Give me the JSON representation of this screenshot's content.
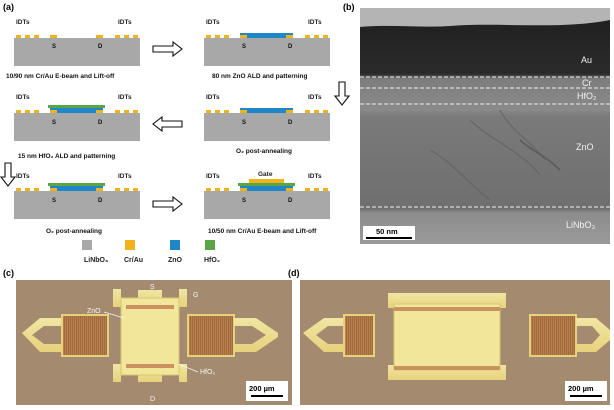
{
  "panels": {
    "a": "(a)",
    "b": "(b)",
    "c": "(c)",
    "d": "(d)"
  },
  "process": {
    "idt_label": "IDTs",
    "source_label": "S",
    "drain_label": "D",
    "gate_label": "Gate",
    "steps": [
      "10/90 nm Cr/Au E-beam and Lift-off",
      "80 nm ZnO ALD and patterning",
      "O₂ post-annealing",
      "15 nm HfO₂ ALD and patterning",
      "O₂ post-annealing",
      "10/50 nm Cr/Au E-beam and Lift-off"
    ],
    "legend": [
      {
        "label": "LiNbO₃",
        "color": "#a8a8a8"
      },
      {
        "label": "Cr/Au",
        "color": "#f2b21b"
      },
      {
        "label": "ZnO",
        "color": "#1f86c8"
      },
      {
        "label": "HfO₂",
        "color": "#5aa546"
      }
    ]
  },
  "tem": {
    "layers": [
      "Au",
      "Cr",
      "HfO₂",
      "ZnO",
      "LiNbO₃"
    ],
    "scale_bar": "50 nm"
  },
  "micrograph_c": {
    "labels": {
      "s": "S",
      "g": "G",
      "d": "D",
      "zno": "ZnO",
      "hfo2": "HfO₂"
    },
    "scale_bar": "200 µm"
  },
  "micrograph_d": {
    "scale_bar": "200 µm"
  }
}
